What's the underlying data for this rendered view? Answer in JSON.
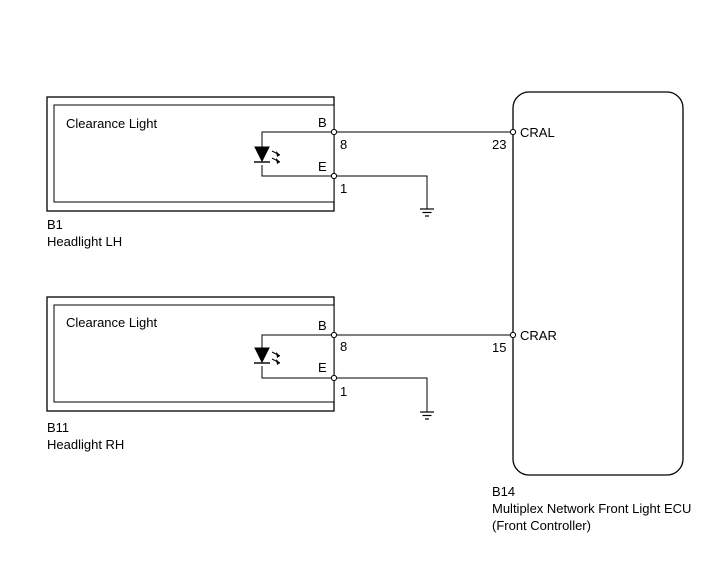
{
  "headlights": [
    {
      "id": "B1",
      "name": "Headlight LH",
      "component": "Clearance Light",
      "terminal_b": {
        "label": "B",
        "pin": "8"
      },
      "terminal_e": {
        "label": "E",
        "pin": "1"
      }
    },
    {
      "id": "B11",
      "name": "Headlight RH",
      "component": "Clearance Light",
      "terminal_b": {
        "label": "B",
        "pin": "8"
      },
      "terminal_e": {
        "label": "E",
        "pin": "1"
      }
    }
  ],
  "ecu": {
    "id": "B14",
    "name_line1": "Multiplex Network Front Light ECU",
    "name_line2": "(Front Controller)",
    "terminals": [
      {
        "label": "CRAL",
        "pin": "23"
      },
      {
        "label": "CRAR",
        "pin": "15"
      }
    ]
  }
}
